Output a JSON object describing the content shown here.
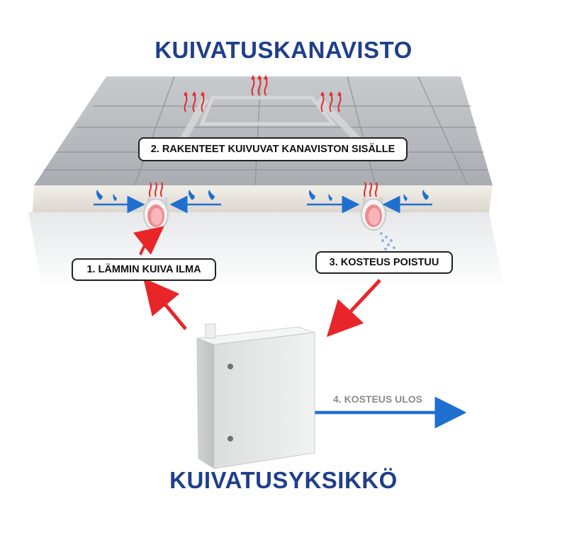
{
  "title_top": "KUIVATUSKANAVISTO",
  "title_bottom": "KUIVATUSYKSIKKÖ",
  "labels": {
    "step1": "1. LÄMMIN KUIVA ILMA",
    "step2": "2. RAKENTEET KUIVUVAT KANAVISTON SISÄLLE",
    "step3": "3. KOSTEUS POISTUU",
    "step4": "4. KOSTEUS ULOS"
  },
  "colors": {
    "title": "#1f3f8c",
    "heat_arrow": "#e8262a",
    "moisture_arrow": "#1f6fd1",
    "tile": "#b9bcc0",
    "slab_side": "#ebe7e1",
    "cabinet": "#e9eaea"
  }
}
